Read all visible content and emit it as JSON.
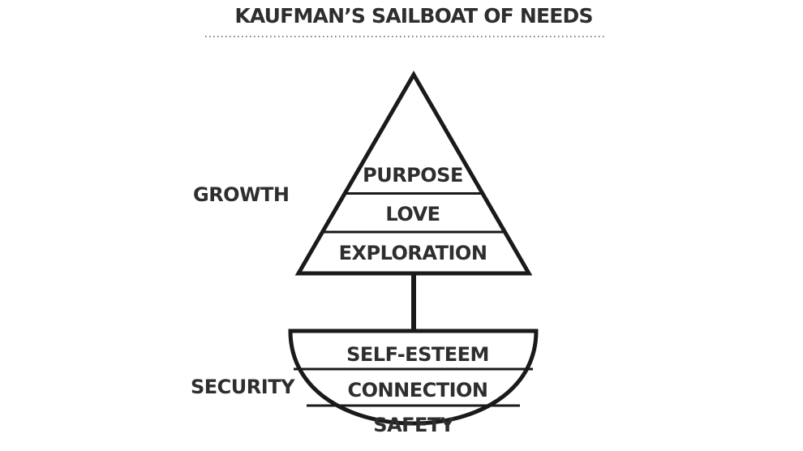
{
  "title": "KAUFMAN’S SAILBOAT OF NEEDS",
  "groups": {
    "growth": "GROWTH",
    "security": "SECURITY"
  },
  "sail_layers": [
    "PURPOSE",
    "LOVE",
    "EXPLORATION"
  ],
  "hull_layers": [
    "SELF-ESTEEM",
    "CONNECTION",
    "SAFETY"
  ],
  "colors": {
    "text": "#2e2e2e",
    "stroke": "#1a1a1a",
    "background": "#ffffff"
  }
}
